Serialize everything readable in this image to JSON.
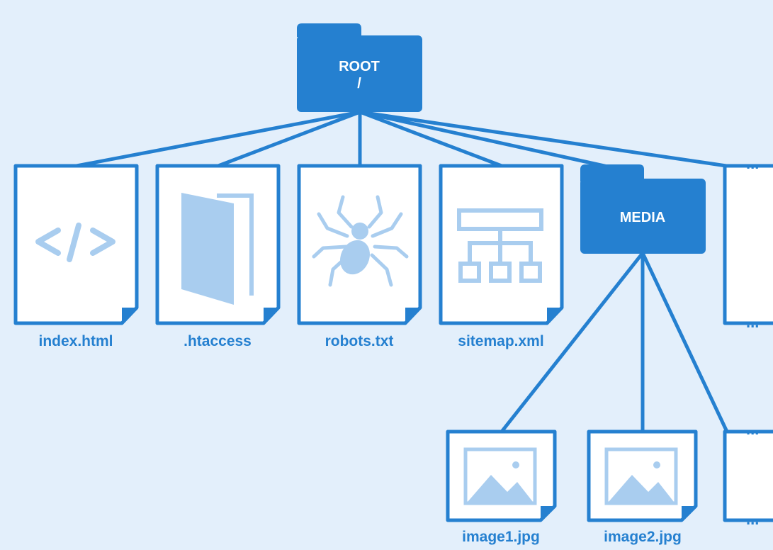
{
  "colors": {
    "background": "#e3effb",
    "primary": "#2580d0",
    "icon_light": "#a9cdef",
    "file_fill": "#ffffff",
    "folder_text": "#ffffff",
    "label_text": "#2580d0"
  },
  "root_folder": {
    "line1": "ROOT",
    "line2": "/"
  },
  "files": [
    {
      "label": "index.html",
      "icon": "code-icon"
    },
    {
      "label": ".htaccess",
      "icon": "door-icon"
    },
    {
      "label": "robots.txt",
      "icon": "spider-icon"
    },
    {
      "label": "sitemap.xml",
      "icon": "sitemap-icon"
    }
  ],
  "media_folder": {
    "label": "MEDIA"
  },
  "media_files": [
    {
      "label": "image1.jpg",
      "icon": "image-icon"
    },
    {
      "label": "image2.jpg",
      "icon": "image-icon"
    }
  ],
  "ellipsis": "..."
}
